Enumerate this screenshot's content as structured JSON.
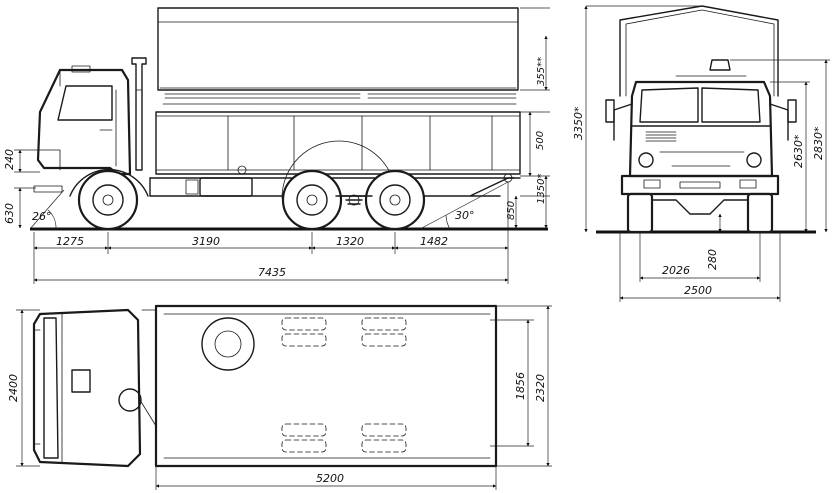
{
  "side_view": {
    "dims": {
      "wheelbase_front": "1275",
      "wheelbase_main": "3190",
      "bogie": "1320",
      "rear_overhang": "1482",
      "overall_length": "7435",
      "approach_angle": "26°",
      "departure_angle": "30°",
      "bumper_height": "630",
      "step_height": "240",
      "frame_height": "850",
      "platform_height": "1350*",
      "side_height": "500",
      "tarp_height": "355**"
    }
  },
  "front_view": {
    "dims": {
      "overall_height": "3350*",
      "height_2630": "2630*",
      "height_2830": "2830*",
      "ground_clearance": "280",
      "track": "2026",
      "overall_width": "2500"
    }
  },
  "top_view": {
    "dims": {
      "cab_width": "2400",
      "body_length": "5200",
      "inner_width": "1856",
      "body_width": "2320"
    }
  }
}
